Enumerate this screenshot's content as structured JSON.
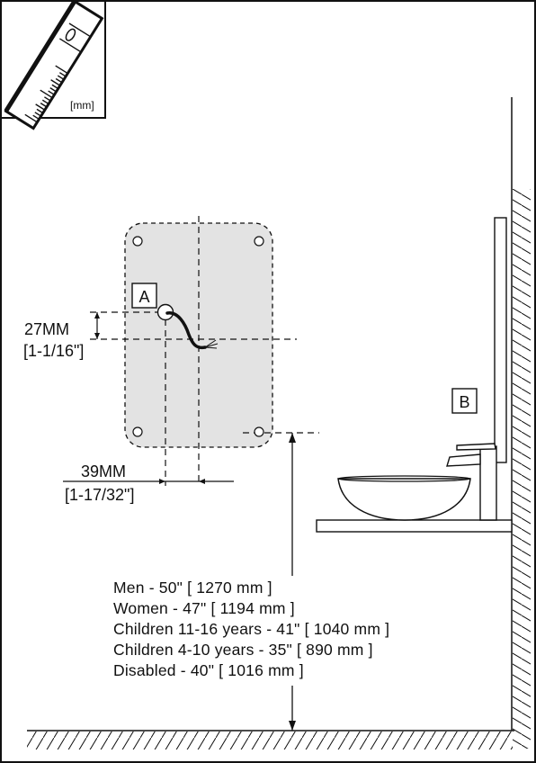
{
  "corner_icon": {
    "name": "ruler-icon",
    "unit_label": "[mm]"
  },
  "labels": {
    "a": "A",
    "b": "B"
  },
  "dimensions": {
    "vertical_offset": {
      "metric": "27MM",
      "imperial": "[1-1/16\"]"
    },
    "horizontal_offset": {
      "metric": "39MM",
      "imperial": "[1-17/32\"]"
    }
  },
  "mounting_heights": [
    "Men - 50\" [ 1270 mm ]",
    "Women -  47\" [ 1194 mm ]",
    "Children 11-16 years - 41\" [ 1040 mm ]",
    "Children 4-10 years - 35\" [ 890 mm ]",
    "Disabled - 40\" [ 1016 mm ]"
  ],
  "colors": {
    "line": "#111111",
    "template_fill": "#e3e3e3",
    "page": "#ffffff"
  }
}
